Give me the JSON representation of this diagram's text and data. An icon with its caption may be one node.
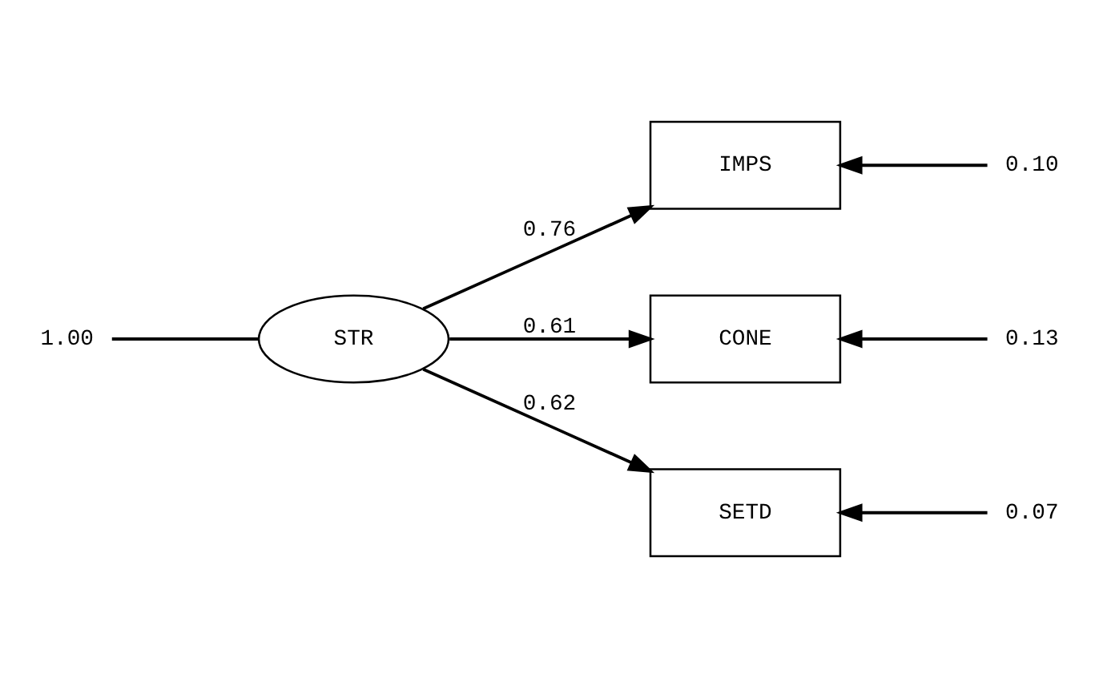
{
  "diagram": {
    "nodes": [
      {
        "text": [
          "1.00"
        ]
      },
      {
        "text": [
          "STR"
        ]
      },
      {
        "text": [
          "IMPS"
        ]
      },
      {
        "text": [
          "CONE"
        ]
      },
      {
        "text": [
          "SETD"
        ]
      },
      {
        "text": [
          "0.10"
        ]
      },
      {
        "text": [
          "0.13"
        ]
      },
      {
        "text": [
          "0.07"
        ]
      }
    ],
    "edges": [
      {
        "from": 0,
        "to": 1,
        "arrow": "none"
      },
      {
        "from": 1,
        "to": 2,
        "arrow": "to",
        "label": "0.76"
      },
      {
        "from": 1,
        "to": 3,
        "arrow": "to",
        "label": "0.61"
      },
      {
        "from": 1,
        "to": 4,
        "arrow": "to",
        "label": "0.62"
      },
      {
        "from": 5,
        "to": 2,
        "arrow": "to"
      },
      {
        "from": 6,
        "to": 3,
        "arrow": "to"
      },
      {
        "from": 7,
        "to": 4,
        "arrow": "to"
      }
    ]
  }
}
